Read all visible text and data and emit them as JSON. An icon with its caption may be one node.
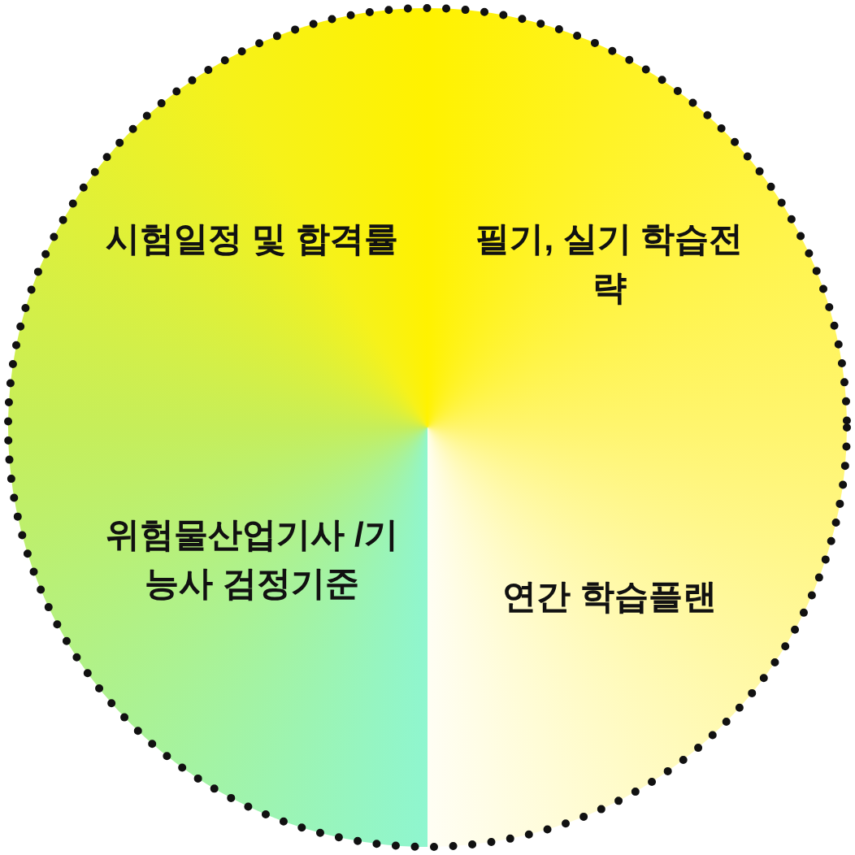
{
  "diagram": {
    "nodes": [
      {
        "text": [
          "시험일정 및 합격률"
        ]
      },
      {
        "text": [
          "필기, 실기 학습전략"
        ]
      },
      {
        "text": [
          "위험물산업기사 /기능사 검정기준"
        ]
      },
      {
        "text": [
          "연간 학습플랜"
        ]
      }
    ]
  }
}
